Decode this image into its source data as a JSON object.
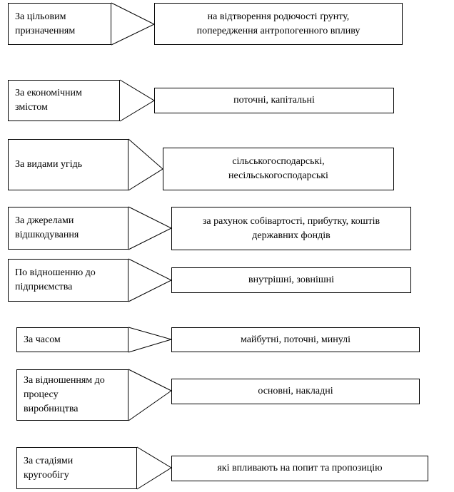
{
  "rows": [
    {
      "category": "За цільовим\nпризначенням",
      "value": "на відтворення родючості ґрунту,\nпопередження антропогенного впливу"
    },
    {
      "category": "За економічним\nзмістом",
      "value": "поточні, капітальні"
    },
    {
      "category": "За видами угідь",
      "value": "сільськогосподарські,\nнесільськогосподарські"
    },
    {
      "category": "За джерелами\nвідшкодування",
      "value": "за рахунок собівартості, прибутку, коштів\nдержавних фондів"
    },
    {
      "category": "По відношенню до\nпідприємства",
      "value": "внутрішні, зовнішні"
    },
    {
      "category": "За часом",
      "value": "майбутні, поточні, минулі"
    },
    {
      "category": "За відношенням до\nпроцесу\nвиробництва",
      "value": "основні, накладні"
    },
    {
      "category": "За стадіями\nкругообігу",
      "value": "які впливають на попит та пропозицію"
    }
  ]
}
